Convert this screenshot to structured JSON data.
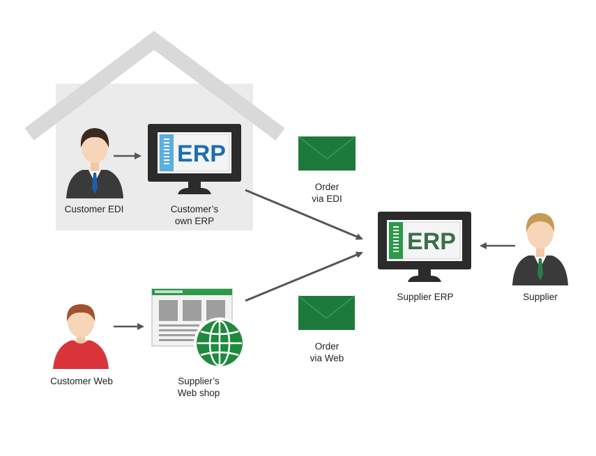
{
  "colors": {
    "house_fill": "#ebebeb",
    "house_roof": "#d9d9d9",
    "arrow": "#555555",
    "envelope": "#1e7a3c",
    "monitor_frame": "#2b2b2b",
    "customer_erp_accent": "#5aaee0",
    "customer_erp_text": "#1b6fb3",
    "supplier_erp_accent": "#2c9a4a",
    "supplier_erp_text": "#3a6e4a",
    "globe": "#1f8a3d",
    "shirt_web_customer": "#d9343a"
  },
  "icons": {
    "house": "house-icon",
    "person": "person-icon",
    "monitor": "monitor-icon",
    "envelope": "envelope-icon",
    "webpage": "webpage-icon",
    "globe": "globe-icon",
    "arrow": "arrow-icon"
  },
  "erp_text": {
    "customer": "ERP",
    "supplier": "ERP"
  },
  "labels": {
    "customer_edi": "Customer EDI",
    "customer_erp_1": "Customer’s",
    "customer_erp_2": "own ERP",
    "order_edi_1": "Order",
    "order_edi_2": "via EDI",
    "supplier_erp": "Supplier ERP",
    "supplier": "Supplier",
    "customer_web": "Customer Web",
    "webshop_1": "Supplier’s",
    "webshop_2": "Web shop",
    "order_web_1": "Order",
    "order_web_2": "via Web"
  }
}
